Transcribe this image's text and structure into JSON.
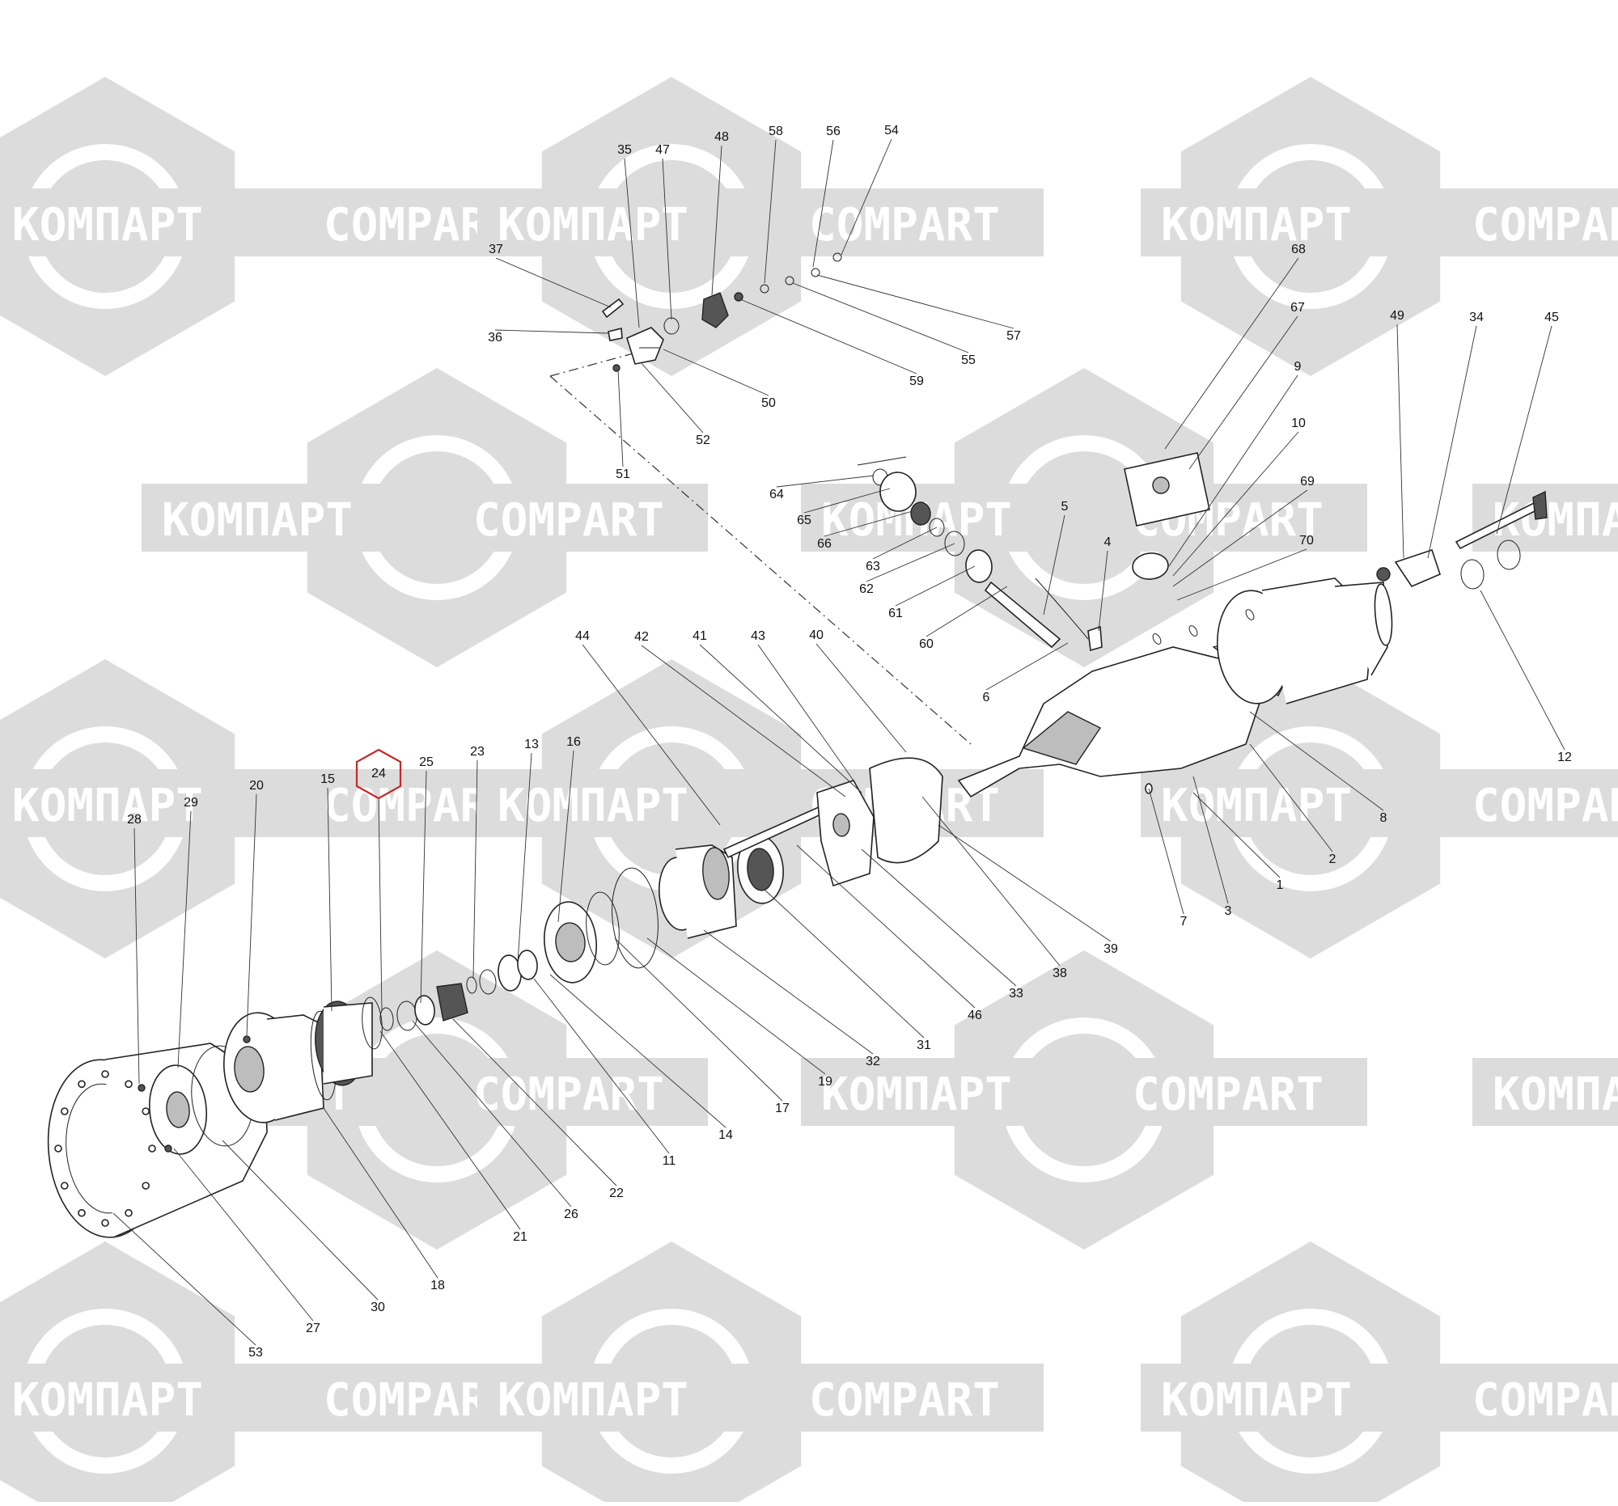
{
  "watermark": {
    "words": [
      "КОМПАРТ",
      "COMPART"
    ],
    "color": "#dcdcdc"
  },
  "highlight": {
    "label": "24",
    "color": "#c62828"
  },
  "callouts": [
    "1",
    "2",
    "3",
    "4",
    "5",
    "6",
    "7",
    "8",
    "9",
    "10",
    "11",
    "12",
    "13",
    "14",
    "15",
    "16",
    "17",
    "18",
    "19",
    "20",
    "21",
    "22",
    "23",
    "25",
    "26",
    "27",
    "28",
    "29",
    "30",
    "31",
    "32",
    "33",
    "34",
    "35",
    "36",
    "37",
    "38",
    "39",
    "40",
    "41",
    "42",
    "43",
    "44",
    "45",
    "46",
    "47",
    "48",
    "49",
    "50",
    "51",
    "52",
    "53",
    "54",
    "55",
    "56",
    "57",
    "58",
    "59",
    "60",
    "61",
    "62",
    "63",
    "64",
    "65",
    "66",
    "67",
    "68",
    "69",
    "70"
  ]
}
